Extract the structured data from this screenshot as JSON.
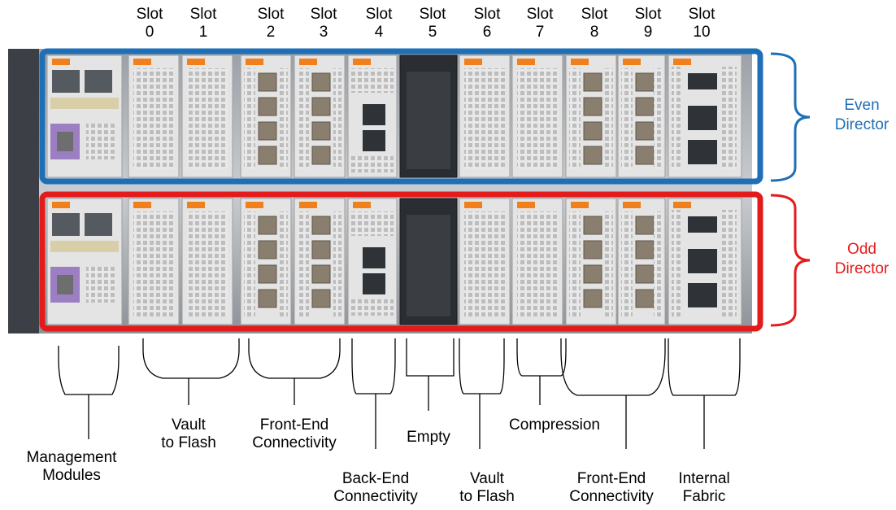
{
  "slots": [
    {
      "label": "Slot\n0"
    },
    {
      "label": "Slot\n1"
    },
    {
      "label": "Slot\n2"
    },
    {
      "label": "Slot\n3"
    },
    {
      "label": "Slot\n4"
    },
    {
      "label": "Slot\n5"
    },
    {
      "label": "Slot\n6"
    },
    {
      "label": "Slot\n7"
    },
    {
      "label": "Slot\n8"
    },
    {
      "label": "Slot\n9"
    },
    {
      "label": "Slot\n10"
    }
  ],
  "directors": {
    "even": {
      "label": "Even\nDirector",
      "color": "#1f6fb7"
    },
    "odd": {
      "label": "Odd\nDirector",
      "color": "#e31b1b"
    }
  },
  "modules": [
    {
      "label": "Management\nModules"
    },
    {
      "label": "Vault\nto Flash"
    },
    {
      "label": "Front-End\nConnectivity"
    },
    {
      "label": "Back-End\nConnectivity"
    },
    {
      "label": "Empty"
    },
    {
      "label": "Vault\nto Flash"
    },
    {
      "label": "Compression"
    },
    {
      "label": "Front-End\nConnectivity"
    },
    {
      "label": "Internal\nFabric"
    }
  ]
}
